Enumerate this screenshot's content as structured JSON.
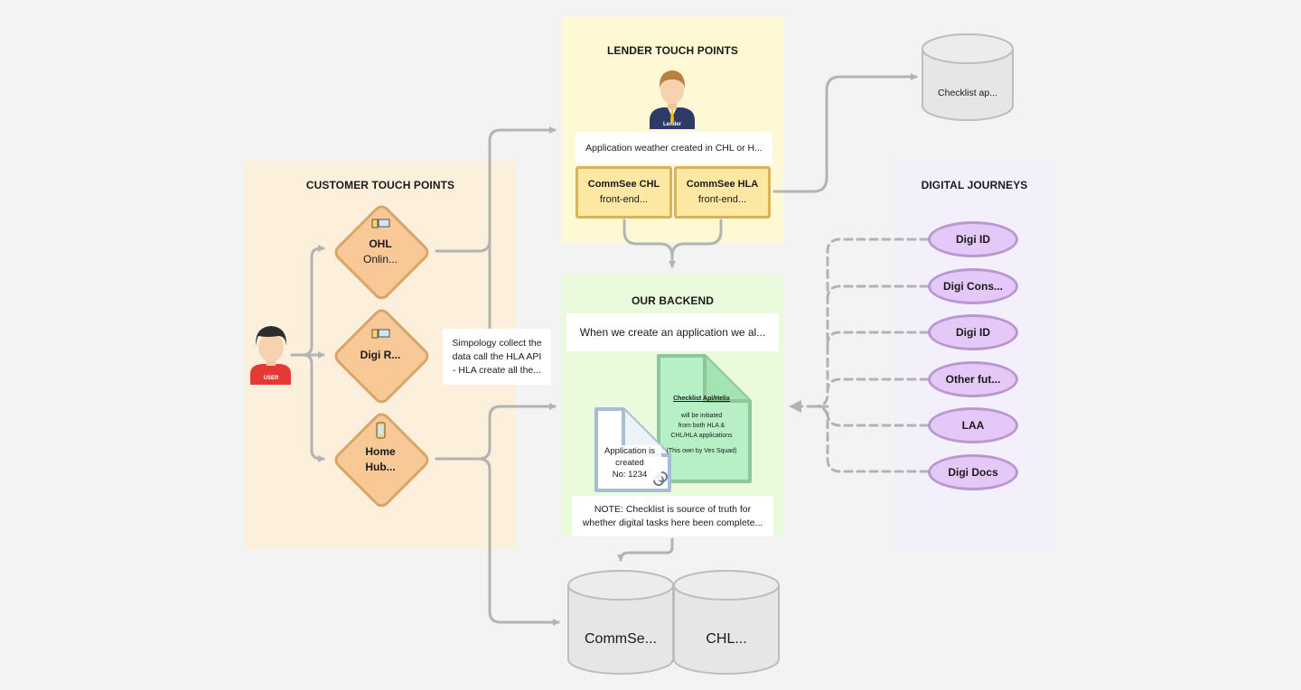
{
  "customer": {
    "title": "CUSTOMER TOUCH POINTS",
    "user_badge": "USER",
    "nodes": [
      {
        "title": "OHL",
        "subtitle": "Onlin..."
      },
      {
        "title": "Digi R...",
        "subtitle": ""
      },
      {
        "title": "Home",
        "subtitle": "Hub..."
      }
    ],
    "simpology_note": [
      "Simpology collect the",
      "data call the HLA API",
      "- HLA create all the..."
    ]
  },
  "lender": {
    "title": "LENDER TOUCH POINTS",
    "badge": "Lender",
    "application_note": "Application weather created in CHL or H...",
    "commsee_chl": {
      "title": "CommSee CHL",
      "subtitle": "front-end..."
    },
    "commsee_hla": {
      "title": "CommSee HLA",
      "subtitle": "front-end..."
    }
  },
  "checklist_db": "Checklist ap...",
  "backend": {
    "title": "OUR BACKEND",
    "intro": "When we create an application we al...",
    "checklist_doc": {
      "title": "Checklist Api/Helix",
      "lines": [
        "will be initiated",
        "from both HLA &",
        "CHL/HLA applications",
        "(This own by Ves Squad)"
      ]
    },
    "application_doc": [
      "Application is",
      "created",
      "No: 1234"
    ],
    "note": [
      "NOTE: Checklist is source of truth for",
      "whether digital tasks here been complete..."
    ]
  },
  "databases": [
    "CommSe...",
    "CHL..."
  ],
  "digital": {
    "title": "DIGITAL JOURNEYS",
    "items": [
      "Digi ID",
      "Digi Cons...",
      "Digi ID",
      "Other fut...",
      "LAA",
      "Digi Docs"
    ]
  },
  "colors": {
    "customer_bg": "#fcefdc",
    "lender_bg": "#fef8d4",
    "backend_bg": "#e9fbdc",
    "digital_bg": "#f4f0fb",
    "diamond_fill": "#f8c897",
    "diamond_stroke": "#d8a66a",
    "pill_fill": "#e4c8f8",
    "connector": "#b3b3b3"
  }
}
